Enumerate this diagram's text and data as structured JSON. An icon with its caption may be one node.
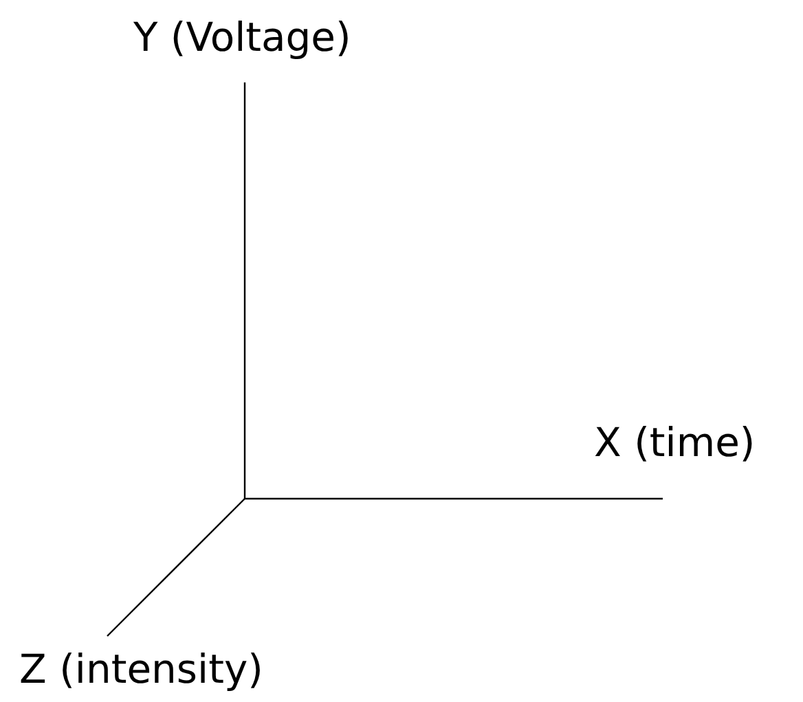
{
  "diagram": {
    "labels": [
      "Y (Voltage)",
      "X (time)",
      "Z (intensity)"
    ]
  }
}
